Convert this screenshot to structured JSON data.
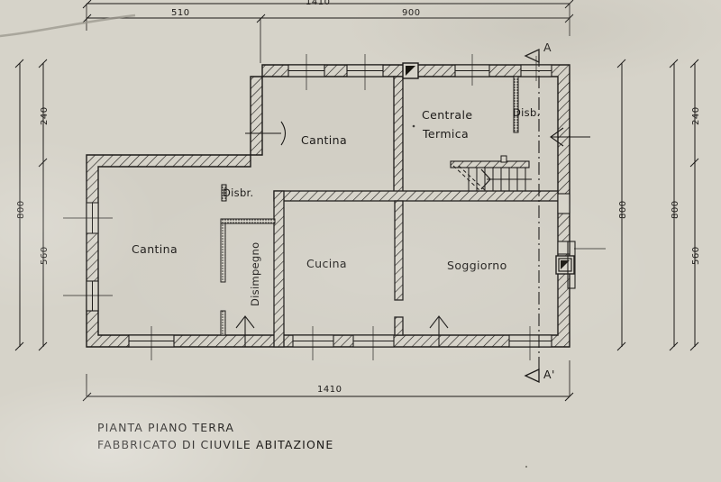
{
  "drawing": {
    "type": "architectural-floor-plan",
    "caption_line1": "PIANTA PIANO TERRA",
    "caption_line2": "FABBRICATO DI CIUVILE ABITAZIONE",
    "paper_color": "#d6d3c9",
    "ink_color": "#1c1a18"
  },
  "rooms": [
    {
      "id": "cantina-left",
      "label": "Cantina"
    },
    {
      "id": "cantina-top",
      "label": "Cantina"
    },
    {
      "id": "centrale",
      "label": "Centrale"
    },
    {
      "id": "termica",
      "label": "Termica"
    },
    {
      "id": "disb",
      "label": "Disb."
    },
    {
      "id": "disbr",
      "label": "Disbr."
    },
    {
      "id": "disimpegno",
      "label": "Disimpegno"
    },
    {
      "id": "cucina",
      "label": "Cucina"
    },
    {
      "id": "soggiorno",
      "label": "Soggiorno"
    }
  ],
  "dimensions": {
    "top_overall": "1410",
    "top_left_segment": "510",
    "top_right_segment": "900",
    "bottom_overall": "1410",
    "left_overall": "800",
    "left_upper_segment": "240",
    "left_lower_segment": "560",
    "right_outer": "800",
    "right_inner": "800",
    "right_upper_segment": "240",
    "right_lower_segment": "560"
  },
  "section_markers": {
    "top": "A",
    "bottom": "A'"
  }
}
